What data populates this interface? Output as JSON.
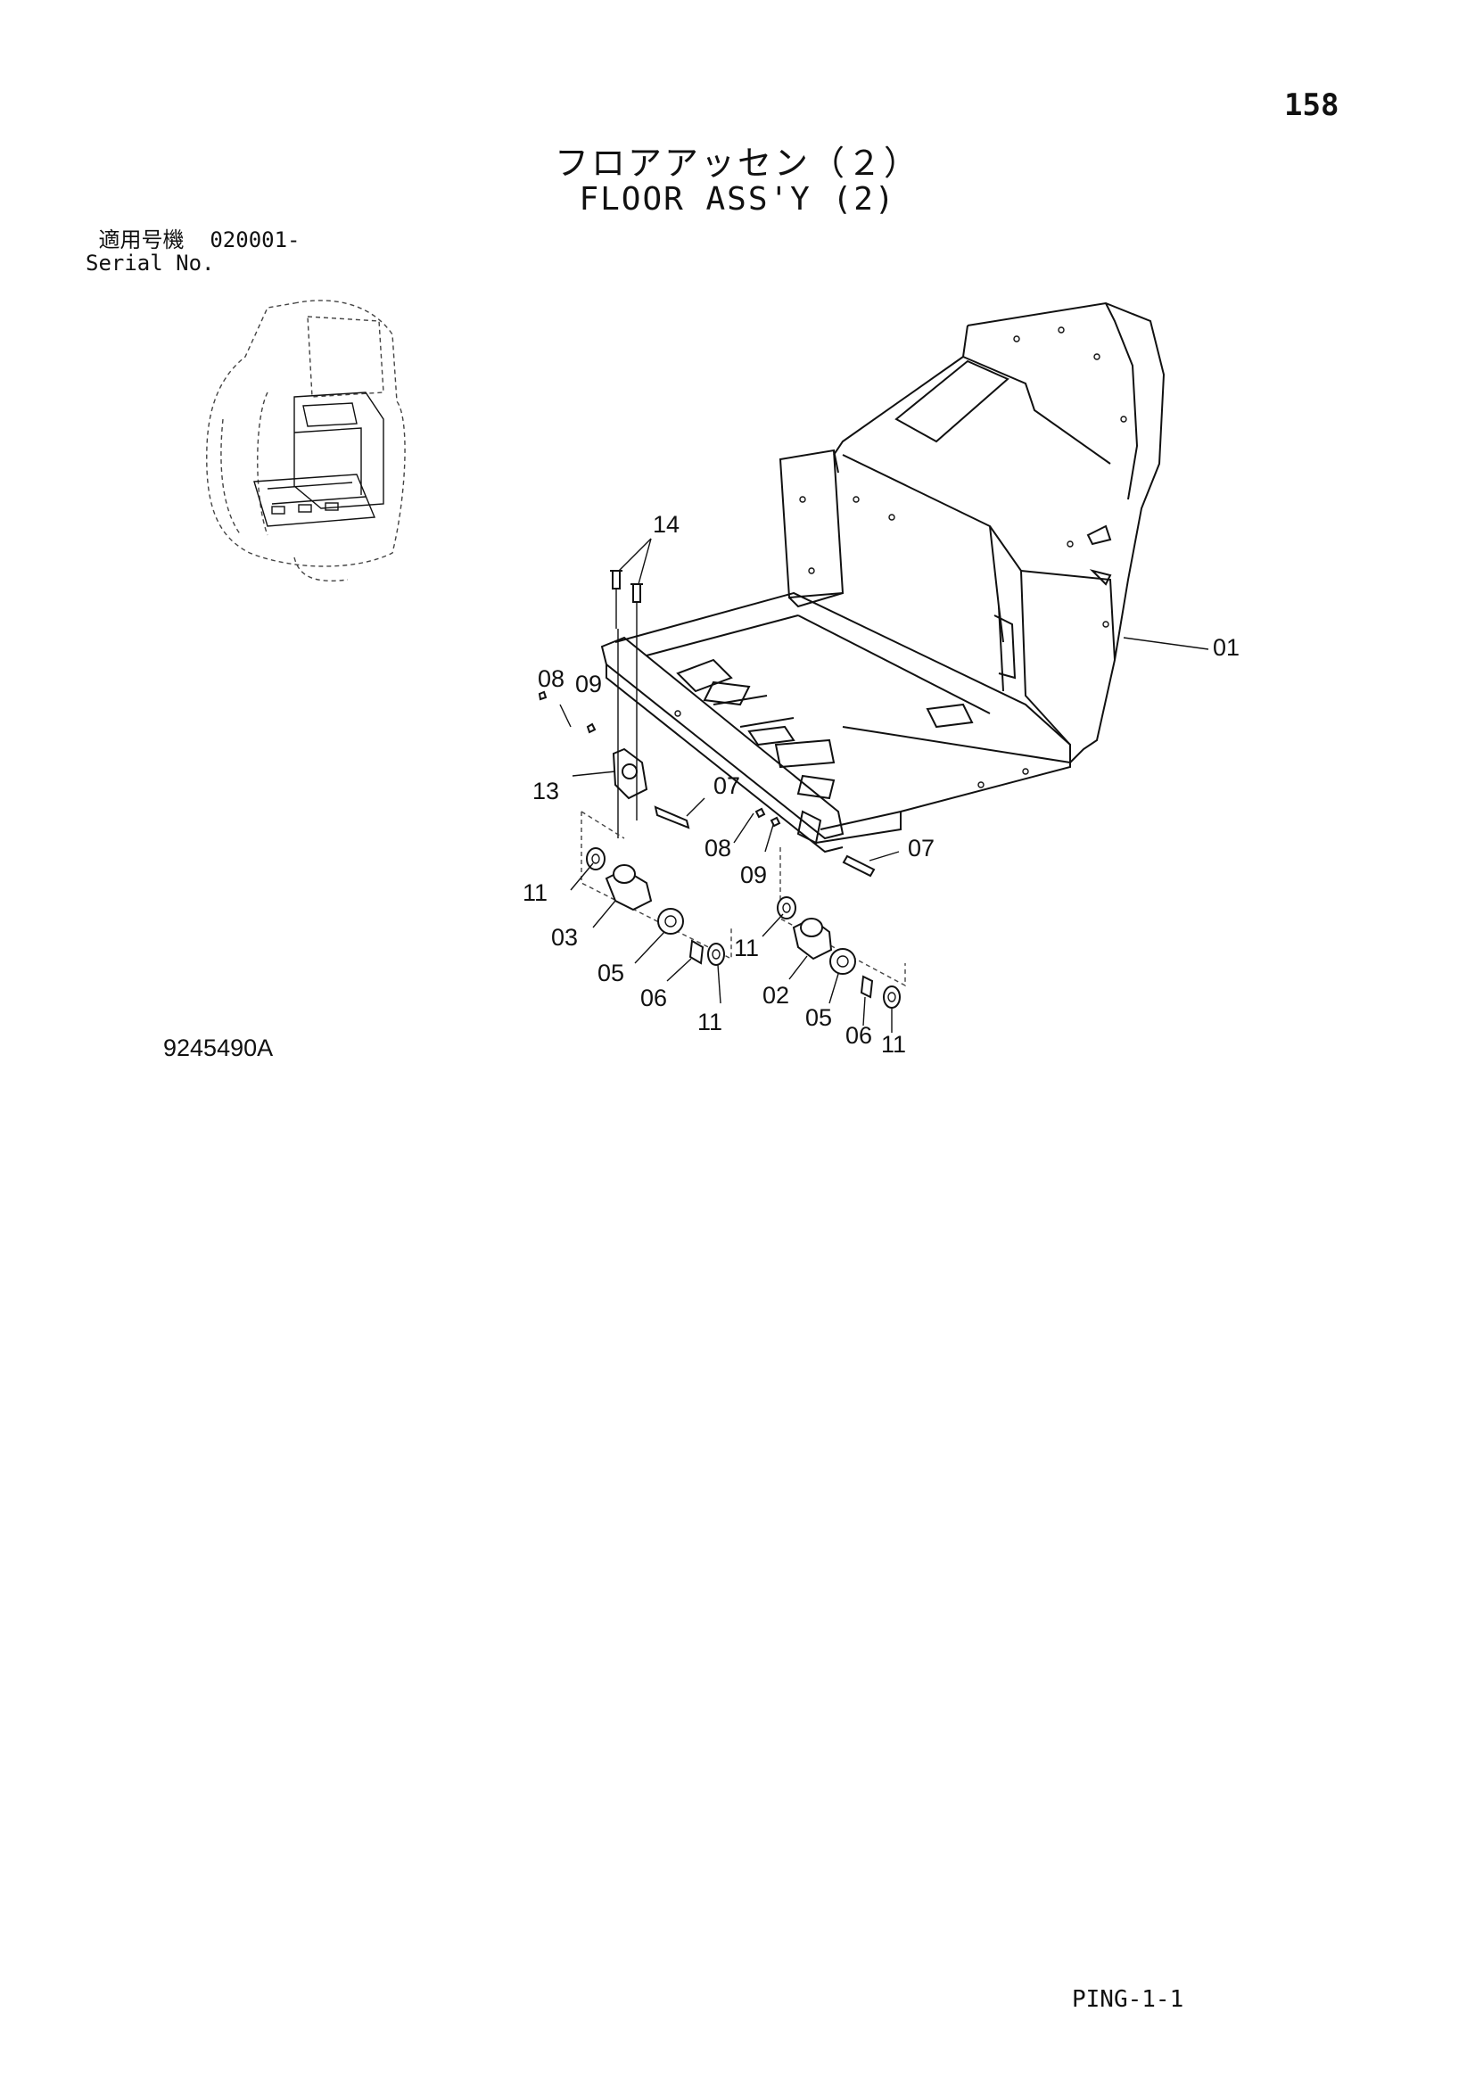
{
  "page_number": "158",
  "title_jp": "フロアアッセン（２）",
  "title_en": "FLOOR ASS'Y (2)",
  "serial": {
    "label_jp": "適用号機",
    "value": "020001-",
    "label_en": "Serial No."
  },
  "drawing_number": "9245490A",
  "footer_code": "PING-1-1",
  "callouts": {
    "c14": "14",
    "c01": "01",
    "c08a": "08",
    "c09a": "09",
    "c13": "13",
    "c07a": "07",
    "c08b": "08",
    "c09b": "09",
    "c07b": "07",
    "c11a": "11",
    "c03": "03",
    "c05a": "05",
    "c06a": "06",
    "c11b": "11",
    "c11c": "11",
    "c02": "02",
    "c05b": "05",
    "c06b": "06",
    "c11d": "11"
  }
}
